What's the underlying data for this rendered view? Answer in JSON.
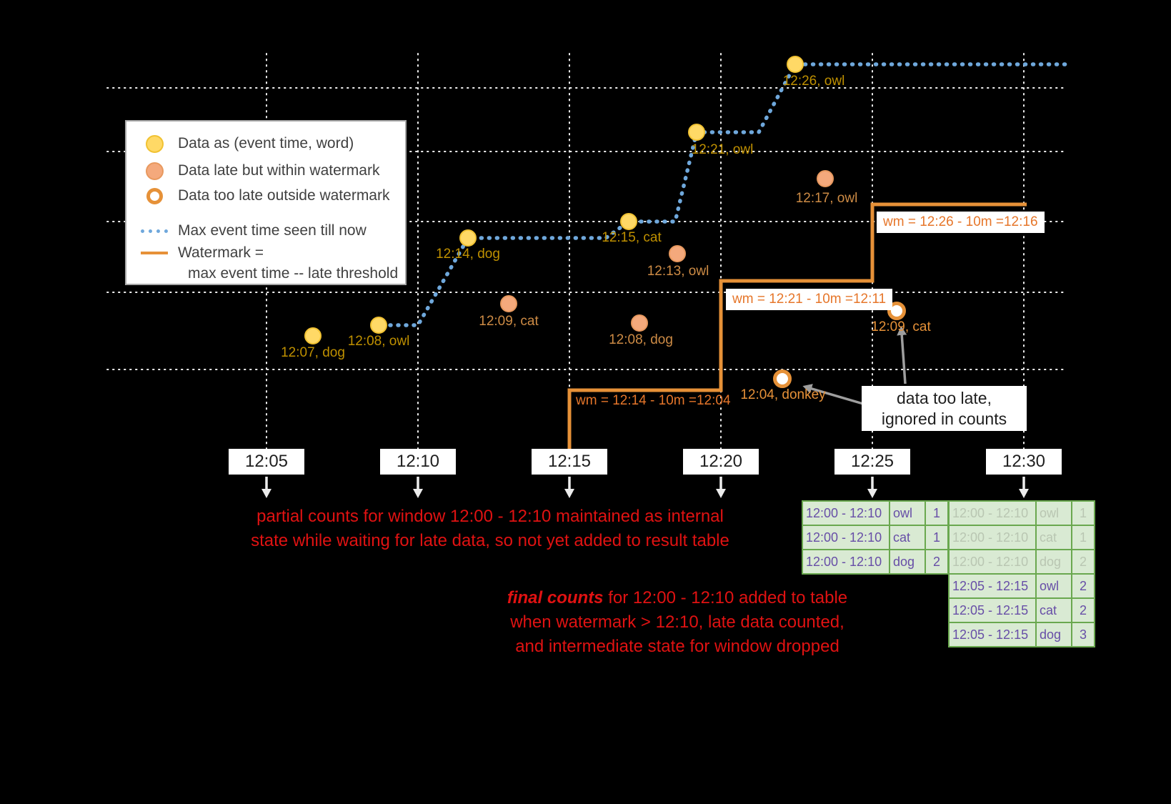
{
  "colors": {
    "background": "#000000",
    "on_time_fill": "#ffd966",
    "late_fill": "#f4a97c",
    "too_late_ring": "#e69138",
    "max_event_line": "#6fa8dc",
    "watermark_line": "#e69138",
    "result_table_border": "#6aa84f",
    "result_table_bg": "#d9ead3",
    "result_table_text": "#674ea7",
    "annotation_red": "#e01212"
  },
  "legend": {
    "on_time": "Data as (event time, word)",
    "late": "Data late but within watermark",
    "too_late": "Data too late outside watermark",
    "max_event": "Max event time seen till now",
    "watermark_line1": "Watermark =",
    "watermark_line2": "max event time -- late threshold"
  },
  "axis": {
    "ticks": [
      {
        "label": "12:05"
      },
      {
        "label": "12:10"
      },
      {
        "label": "12:15"
      },
      {
        "label": "12:20"
      },
      {
        "label": "12:25"
      },
      {
        "label": "12:30"
      }
    ]
  },
  "events": {
    "on_time": [
      {
        "label": "12:07, dog"
      },
      {
        "label": "12:08, owl"
      },
      {
        "label": "12:14, dog"
      },
      {
        "label": "12:15, cat"
      },
      {
        "label": "12:21, owl"
      },
      {
        "label": "12:26, owl"
      }
    ],
    "late": [
      {
        "label": "12:09, cat"
      },
      {
        "label": "12:08, dog"
      },
      {
        "label": "12:13, owl"
      },
      {
        "label": "12:17, owl"
      }
    ],
    "too_late": [
      {
        "label": "12:04, donkey"
      },
      {
        "label": "12:09, cat"
      }
    ]
  },
  "watermarks": [
    {
      "label": "wm = 12:14 - 10m =12:04"
    },
    {
      "label": "wm = 12:21 - 10m =12:11"
    },
    {
      "label": "wm = 12:26 - 10m =12:16"
    }
  ],
  "notes": {
    "too_late_line1": "data too late,",
    "too_late_line2": "ignored in counts",
    "partial_line1": "partial counts for window 12:00 - 12:10 maintained as internal",
    "partial_line2": "state while waiting for late data, so not yet added  to result table",
    "final_emphasis": "final counts",
    "final_line1_rest": " for 12:00 - 12:10 added to table",
    "final_line2": "when watermark > 12:10, late data counted,",
    "final_line3": "and intermediate state for window dropped"
  },
  "result_tables": {
    "at_1225": {
      "rows": [
        {
          "window": "12:00 - 12:10",
          "word": "owl",
          "count": "1"
        },
        {
          "window": "12:00 - 12:10",
          "word": "cat",
          "count": "1"
        },
        {
          "window": "12:00 - 12:10",
          "word": "dog",
          "count": "2"
        }
      ]
    },
    "at_1230": {
      "faded_rows": [
        {
          "window": "12:00 - 12:10",
          "word": "owl",
          "count": "1"
        },
        {
          "window": "12:00 - 12:10",
          "word": "cat",
          "count": "1"
        },
        {
          "window": "12:00 - 12:10",
          "word": "dog",
          "count": "2"
        }
      ],
      "rows": [
        {
          "window": "12:05 - 12:15",
          "word": "owl",
          "count": "2"
        },
        {
          "window": "12:05 - 12:15",
          "word": "cat",
          "count": "2"
        },
        {
          "window": "12:05 - 12:15",
          "word": "dog",
          "count": "3"
        }
      ]
    }
  }
}
